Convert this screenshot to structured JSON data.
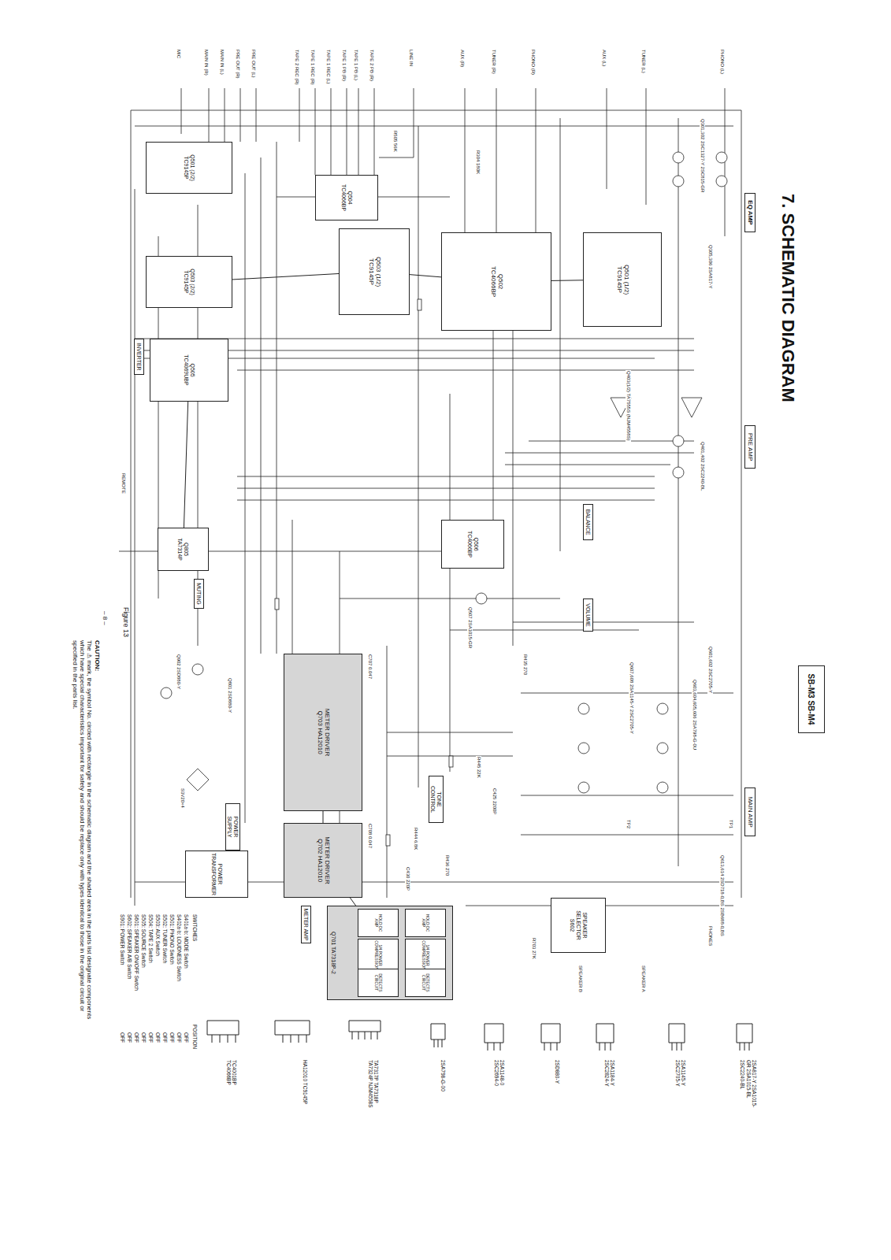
{
  "diagram": {
    "title": "7. SCHEMATIC DIAGRAM",
    "caption": "Figure 13",
    "nodes": [
      {
        "text": [
          "SB-M3 SB-M4"
        ]
      },
      {
        "text": [
          "EQ AMP"
        ]
      },
      {
        "text": [
          "PRE AMP"
        ]
      },
      {
        "text": [
          "MAIN AMP"
        ]
      },
      {
        "text": [
          "Q501 (1/2)",
          "TC9145P"
        ]
      },
      {
        "text": [
          "Q502",
          "TC4066BP"
        ]
      },
      {
        "text": [
          "Q503 (1/2)",
          "TC9145P"
        ]
      },
      {
        "text": [
          "Q504",
          "TC4066BP"
        ]
      },
      {
        "text": [
          "Q501 (2/2)",
          "TC9145P"
        ]
      },
      {
        "text": [
          "Q503 (2/2)",
          "TC9145P"
        ]
      },
      {
        "text": [
          "Q505",
          "TC4069UBP"
        ]
      },
      {
        "text": [
          "Q805",
          "TA7314P"
        ]
      },
      {
        "text": [
          "Q506",
          "TC4066BP"
        ]
      },
      {
        "text": [
          "METER DRIVER",
          "Q703 HA12010"
        ]
      },
      {
        "text": [
          "METER DRIVER",
          "Q702 HA12010"
        ]
      },
      {
        "text": [
          "Q701 TA7318P-2"
        ]
      },
      {
        "text": [
          "HOLD DC AMP"
        ],
        "in": 15
      },
      {
        "text": [
          "1/4 POWER COMPRESSION"
        ],
        "in": 15
      },
      {
        "text": [
          "DETECTS CIRCUIT"
        ],
        "in": 15
      },
      {
        "text": [
          "HOLD DC AMP"
        ],
        "in": 15
      },
      {
        "text": [
          "1/4 POWER COMPRESSION"
        ],
        "in": 15
      },
      {
        "text": [
          "DETECTS CIRCUIT"
        ],
        "in": 15
      },
      {
        "text": [
          "TONE CONTROL"
        ]
      },
      {
        "text": [
          "METER AMP"
        ]
      },
      {
        "text": [
          "POWER SUPPLY"
        ]
      },
      {
        "text": [
          "MUTING"
        ]
      },
      {
        "text": [
          "INVERTER"
        ]
      },
      {
        "text": [
          "BALANCE"
        ]
      },
      {
        "text": [
          "VOLUME"
        ]
      },
      {
        "text": [
          "SPEAKER SELECTOR",
          "S602"
        ]
      },
      {
        "text": [
          "POWER TRANSFORMER"
        ]
      }
    ],
    "edges": [
      {
        "from": 5,
        "to": 4,
        "arrow": "none"
      },
      {
        "from": 6,
        "to": 5,
        "arrow": "none"
      },
      {
        "from": 9,
        "to": 6,
        "arrow": "none"
      },
      {
        "from": 11,
        "to": 10,
        "arrow": "none"
      },
      {
        "from": 13,
        "to": 14,
        "arrow": "none"
      },
      {
        "from": 14,
        "to": 15,
        "arrow": "none"
      }
    ],
    "labels": [
      "– 8 –",
      "CAUTION:",
      "The ⚠ mark, the symbol No. circled with rectangle in the schematic diagram and the shaded area in the parts list designate components which have special characteristics important for safety and should be replace only with types identical to those in the original circuit or specified in the parts list.",
      "MIC",
      "MAIN IN (R)",
      "MAIN IN (L)",
      "PRE OUT (R)",
      "PRE OUT (L)",
      "TAPE 2 REC (R)",
      "TAPE 1 REC (R)",
      "TAPE 1 REC (L)",
      "TAPE 1 PB (R)",
      "TAPE 1 PB (L)",
      "TAPE 2 PB (R)",
      "LINE IN",
      "AUX (R)",
      "TUNER (R)",
      "PHONO (R)",
      "AUX (L)",
      "TUNER (L)",
      "PHONO (L)",
      "Q301,302 2SC1327-Y 2SC815-GR",
      "Q305,306 2SA817-Y",
      "Q401,402 2SC2240-BL",
      "Q403(1/2) TA7555S (NJM4558S)",
      "Q507 2SA1015-GR",
      "Q601,602 2SC2705-Y",
      "Q603,604,605,606 2SA798-G-0U",
      "Q607,608 2SA1145-Y 2SC2705-Y",
      "Q613,614 2SD718-0,BS 2SB688-0,BS",
      "Q801 2SD880-Y",
      "Q902 2SD880-Y",
      "S3V20×4",
      "REMOTE",
      "SPEAKER A",
      "SPEAKER B",
      "PHONES",
      "R304 180K",
      "R505 56K",
      "R435 270",
      "R445 22K",
      "C425 2200P",
      "R444 6.8K",
      "R436 270",
      "C430 220P",
      "R703 27K",
      "C707 0.047",
      "C708 0.047",
      "TP1",
      "TP2",
      "SWITCHES",
      "POSITION",
      "S401a·b: MODE Switch",
      "S402a·b: LOUDNESS Switch",
      "S501: PHONO Switch",
      "S502: TUNER Switch",
      "S503: AUX Switch",
      "S504: TAPE 2 Switch",
      "S505: SOURCE Switch",
      "S601: SPEAKER ON/OFF Switch",
      "S602: SPEAKER A/B Switch",
      "S901: POWER Switch",
      "OFF",
      "OFF",
      "OFF",
      "OFF",
      "OFF",
      "OFF",
      "OFF",
      "OFF",
      "OFF",
      "OFF",
      "2SA817-Y 2SA1015-GR 2SA1015-BL 2SC2240-BL",
      "2SA1145-Y 2SC2705-Y",
      "2SA1184-Y 2SC2824-Y",
      "2SD880-Y",
      "2SA1148-0 2SC2694-0",
      "2SA798-G-00",
      "TA7317P TA7318P TA7324P NJM4558S",
      "HA12010 TC9145P",
      "TC4001BP TC4066BP"
    ]
  }
}
